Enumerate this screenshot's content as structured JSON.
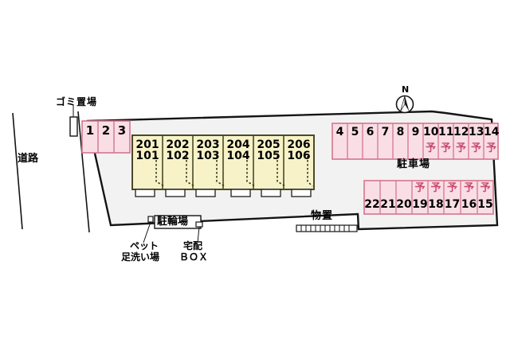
{
  "map": {
    "title_alt": "間取図",
    "colors": {
      "site_fill": "#f2f2f2",
      "building_fill": "#f7f2c8",
      "building_stroke": "#4a4a26",
      "parking_fill": "#f9dee6",
      "parking_stroke": "#d4758f",
      "outline": "#141414",
      "text": "#000000",
      "reserved_text": "#c94a6e"
    },
    "road_label": "道路",
    "compass": {
      "label": "N",
      "name": "north-arrow"
    },
    "labels": [
      {
        "id": "gomi",
        "text": "ゴミ置場"
      },
      {
        "id": "chusha",
        "text": "駐車場"
      },
      {
        "id": "chuurin",
        "text": "駐輪場"
      },
      {
        "id": "monooki",
        "text": "物置"
      },
      {
        "id": "pet-line1",
        "text": "ペット"
      },
      {
        "id": "pet-line2",
        "text": "足洗い場"
      },
      {
        "id": "takuhai-line1",
        "text": "宅配"
      },
      {
        "id": "takuhai-line2",
        "text": "ＢＯＸ"
      }
    ],
    "building": {
      "name": "apartment-building",
      "units": [
        {
          "upper": "201",
          "lower": "101"
        },
        {
          "upper": "202",
          "lower": "102"
        },
        {
          "upper": "203",
          "lower": "103"
        },
        {
          "upper": "204",
          "lower": "104"
        },
        {
          "upper": "205",
          "lower": "105"
        },
        {
          "upper": "206",
          "lower": "106"
        }
      ]
    },
    "parking": {
      "reserved_mark": "予",
      "west_row": [
        {
          "num": "1",
          "reserved": false
        },
        {
          "num": "2",
          "reserved": false
        },
        {
          "num": "3",
          "reserved": false
        }
      ],
      "north_row": [
        {
          "num": "4",
          "reserved": false
        },
        {
          "num": "5",
          "reserved": false
        },
        {
          "num": "6",
          "reserved": false
        },
        {
          "num": "7",
          "reserved": false
        },
        {
          "num": "8",
          "reserved": false
        },
        {
          "num": "9",
          "reserved": false
        },
        {
          "num": "10",
          "reserved": true
        },
        {
          "num": "11",
          "reserved": true
        },
        {
          "num": "12",
          "reserved": true
        },
        {
          "num": "13",
          "reserved": true
        },
        {
          "num": "14",
          "reserved": true
        }
      ],
      "south_row": [
        {
          "num": "22",
          "reserved": false
        },
        {
          "num": "21",
          "reserved": false
        },
        {
          "num": "20",
          "reserved": false
        },
        {
          "num": "19",
          "reserved": true
        },
        {
          "num": "18",
          "reserved": true
        },
        {
          "num": "17",
          "reserved": true
        },
        {
          "num": "16",
          "reserved": true
        },
        {
          "num": "15",
          "reserved": true
        }
      ]
    }
  }
}
